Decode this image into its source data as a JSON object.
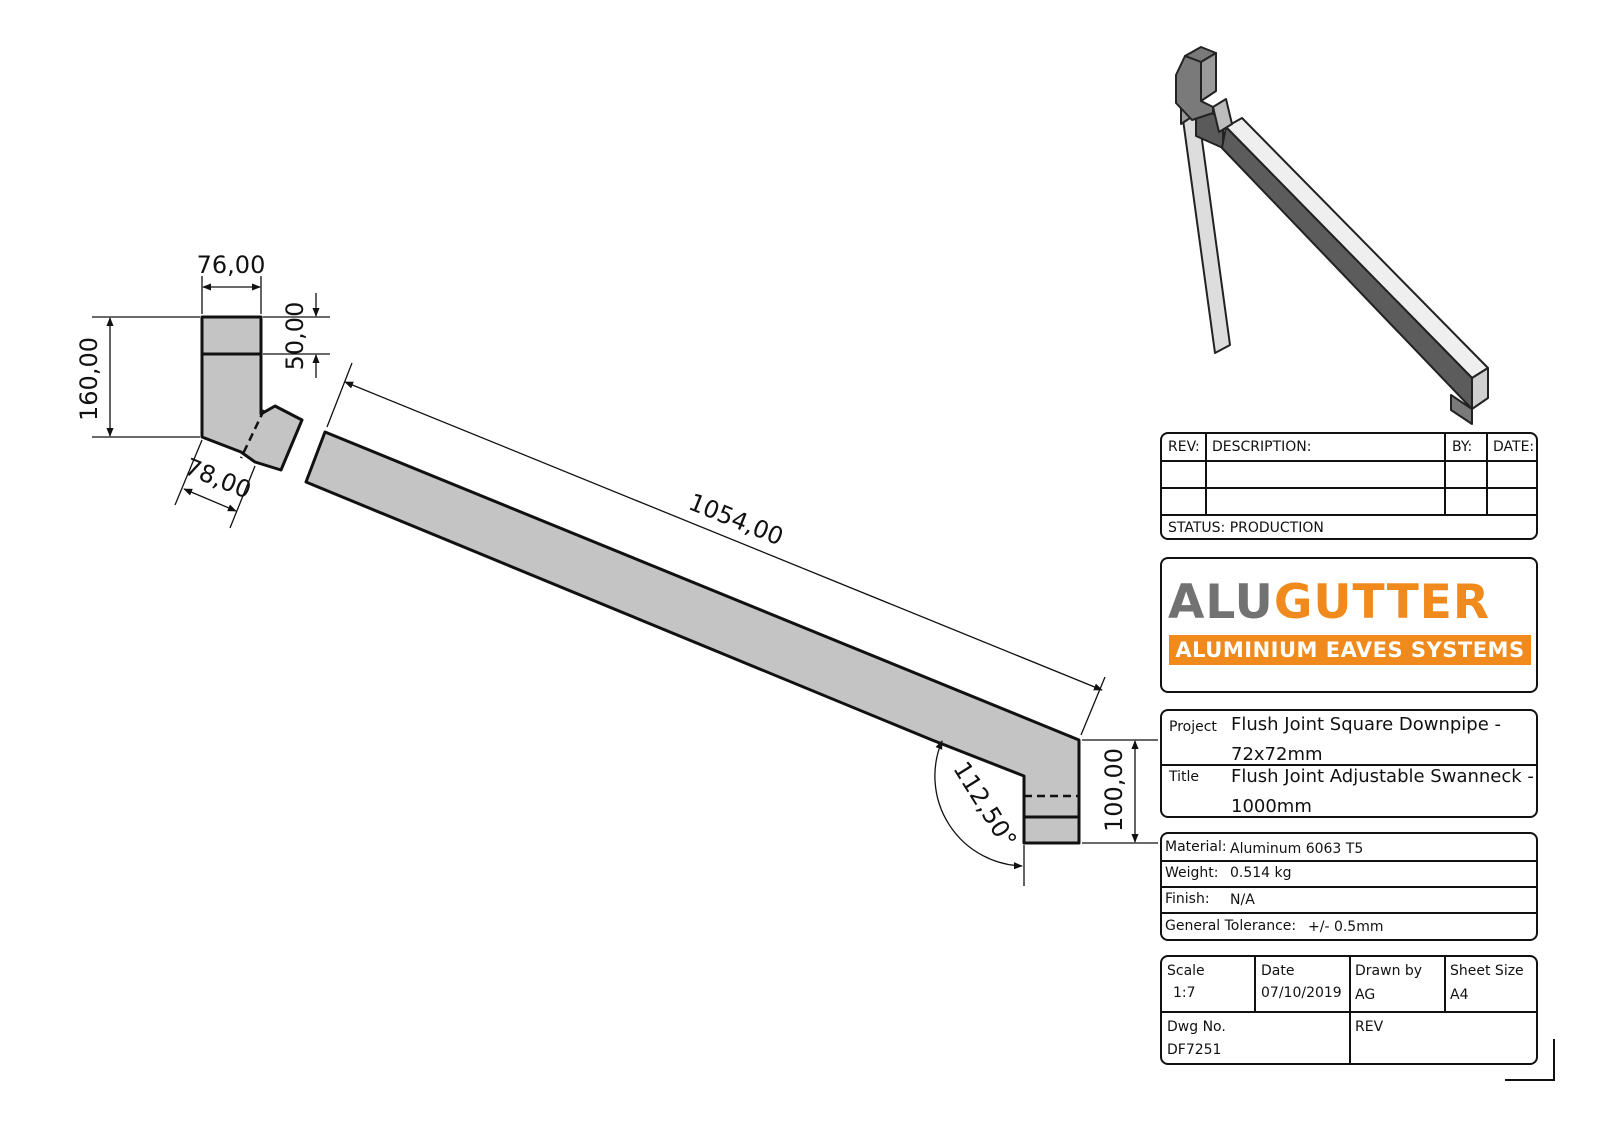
{
  "dimensions": {
    "width_top": "76,00",
    "height_left": "160,00",
    "socket": "50,00",
    "offset_bottom": "78,00",
    "length": "1054,00",
    "height_right": "100,00",
    "angle": "112,50°"
  },
  "revision_block": {
    "rev_header": "REV:",
    "description_header": "DESCRIPTION:",
    "by_header": "BY:",
    "date_header": "DATE:",
    "status": "STATUS: PRODUCTION"
  },
  "logo": {
    "brand_part1": "ALU",
    "brand_part2": "GUTTER",
    "tagline": "ALUMINIUM EAVES SYSTEMS",
    "colors": {
      "grey": "#727272",
      "orange": "#f08a1c"
    }
  },
  "project_block": {
    "project_label": "Project",
    "project_value_line1": "Flush Joint Square Downpipe -",
    "project_value_line2": "72x72mm",
    "title_label": "Title",
    "title_value_line1": "Flush Joint Adjustable Swanneck -",
    "title_value_line2": "1000mm"
  },
  "material_block": {
    "material_label": "Material:",
    "material_value": "Aluminum 6063 T5",
    "weight_label": "Weight:",
    "weight_value": "0.514 kg",
    "finish_label": "Finish:",
    "finish_value": "N/A",
    "tolerance_label": "General Tolerance:",
    "tolerance_value": "+/- 0.5mm"
  },
  "info_block": {
    "scale_label": "Scale",
    "scale_value": "1:7",
    "date_label": "Date",
    "date_value": "07/10/2019",
    "drawn_label": "Drawn by",
    "drawn_value": "AG",
    "sheet_label": "Sheet Size",
    "sheet_value": "A4",
    "dwg_label": "Dwg No.",
    "dwg_value": "DF7251",
    "rev_label": "REV"
  },
  "colors": {
    "part_fill": "#c4c4c4",
    "line": "#111111"
  }
}
